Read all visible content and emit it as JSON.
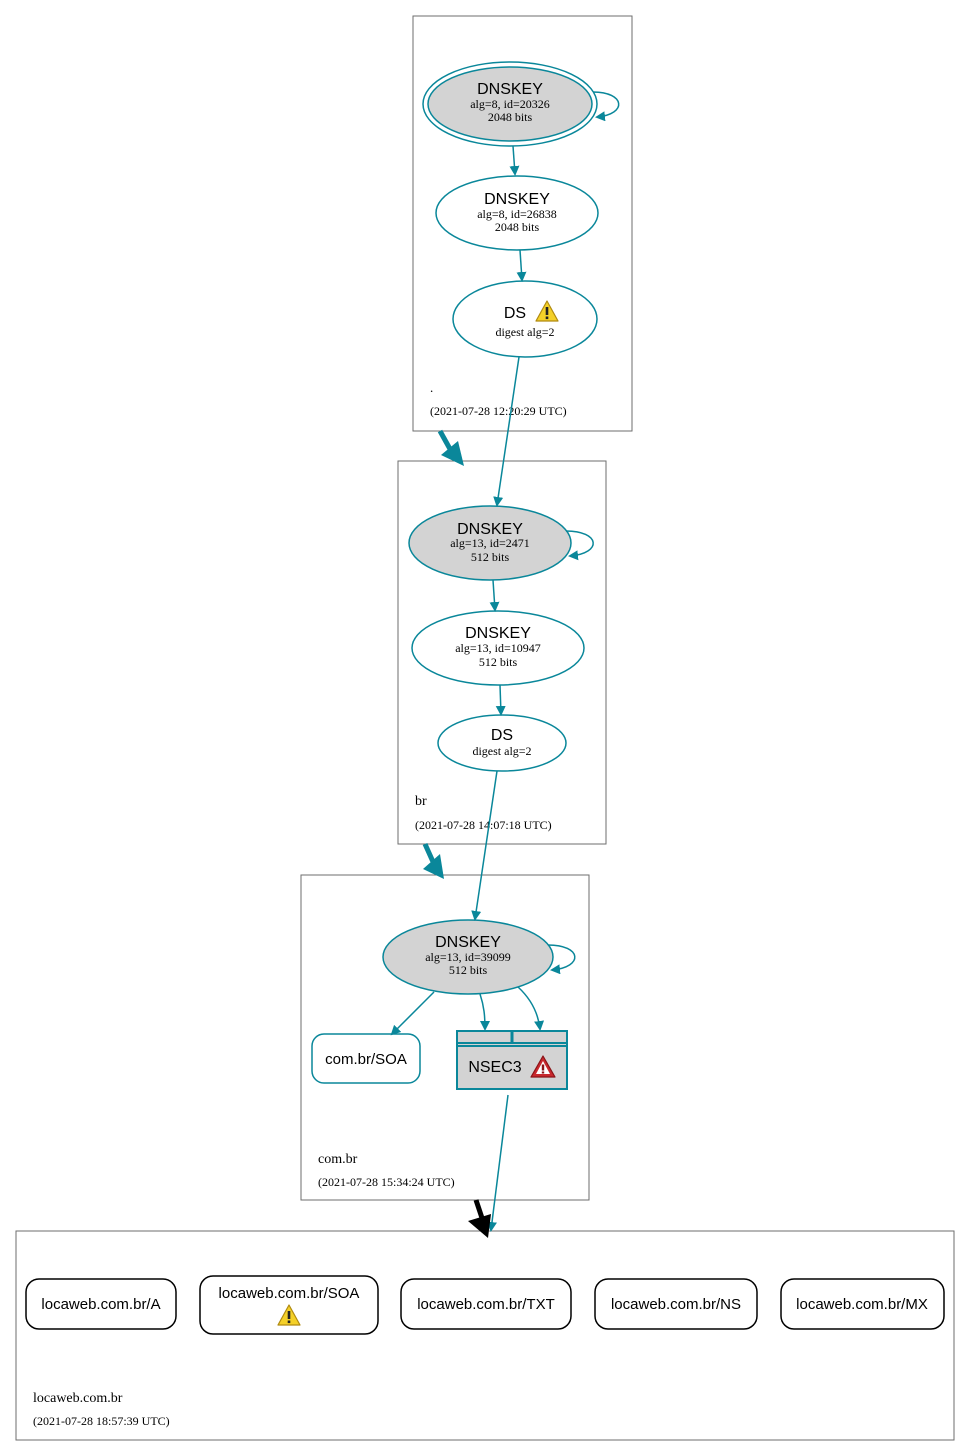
{
  "colors": {
    "edge": "#0a879a",
    "delegation_final": "#000000",
    "ksk_fill": "#d3d3d3",
    "zone_border": "#6e6e6e",
    "warning_yellow": "#f4d028",
    "error_red": "#c8282d"
  },
  "zones": [
    {
      "id": "root",
      "name": ".",
      "timestamp": "(2021-07-28 12:20:29 UTC)",
      "nodes": [
        {
          "id": "root_ksk",
          "kind": "DNSKEY",
          "title": "DNSKEY",
          "line1": "alg=8, id=20326",
          "line2": "2048 bits",
          "filled": true,
          "double": true,
          "self_loop": true
        },
        {
          "id": "root_zsk",
          "kind": "DNSKEY",
          "title": "DNSKEY",
          "line1": "alg=8, id=26838",
          "line2": "2048 bits"
        },
        {
          "id": "root_ds",
          "kind": "DS",
          "title": "DS",
          "line1": "digest alg=2",
          "icon": "warning-icon"
        }
      ]
    },
    {
      "id": "br",
      "name": "br",
      "timestamp": "(2021-07-28 14:07:18 UTC)",
      "nodes": [
        {
          "id": "br_ksk",
          "kind": "DNSKEY",
          "title": "DNSKEY",
          "line1": "alg=13, id=2471",
          "line2": "512 bits",
          "filled": true,
          "self_loop": true
        },
        {
          "id": "br_zsk",
          "kind": "DNSKEY",
          "title": "DNSKEY",
          "line1": "alg=13, id=10947",
          "line2": "512 bits"
        },
        {
          "id": "br_ds",
          "kind": "DS",
          "title": "DS",
          "line1": "digest alg=2"
        }
      ]
    },
    {
      "id": "combr",
      "name": "com.br",
      "timestamp": "(2021-07-28 15:34:24 UTC)",
      "nodes": [
        {
          "id": "combr_ksk",
          "kind": "DNSKEY",
          "title": "DNSKEY",
          "line1": "alg=13, id=39099",
          "line2": "512 bits",
          "filled": true,
          "self_loop": true
        },
        {
          "id": "combr_soa",
          "kind": "RRset",
          "title": "com.br/SOA"
        },
        {
          "id": "combr_nsec3",
          "kind": "NSEC3",
          "title": "NSEC3",
          "icon": "error-icon"
        }
      ]
    },
    {
      "id": "locaweb",
      "name": "locaweb.com.br",
      "timestamp": "(2021-07-28 18:57:39 UTC)",
      "nodes": [
        {
          "id": "lw_a",
          "kind": "RRset",
          "title": "locaweb.com.br/A"
        },
        {
          "id": "lw_soa",
          "kind": "RRset",
          "title": "locaweb.com.br/SOA",
          "icon": "warning-icon"
        },
        {
          "id": "lw_txt",
          "kind": "RRset",
          "title": "locaweb.com.br/TXT"
        },
        {
          "id": "lw_ns",
          "kind": "RRset",
          "title": "locaweb.com.br/NS"
        },
        {
          "id": "lw_mx",
          "kind": "RRset",
          "title": "locaweb.com.br/MX"
        }
      ]
    }
  ],
  "edges": [
    {
      "from": "root_ksk",
      "to": "root_zsk"
    },
    {
      "from": "root_zsk",
      "to": "root_ds"
    },
    {
      "from": "root_ds",
      "to": "br_ksk"
    },
    {
      "from": "br_ksk",
      "to": "br_zsk"
    },
    {
      "from": "br_zsk",
      "to": "br_ds"
    },
    {
      "from": "br_ds",
      "to": "combr_ksk"
    },
    {
      "from": "combr_ksk",
      "to": "combr_soa"
    },
    {
      "from": "combr_ksk",
      "to": "combr_nsec3"
    },
    {
      "from": "combr_nsec3",
      "to": "locaweb_zone"
    }
  ],
  "delegations": [
    {
      "from": "root",
      "to": "br",
      "status": "secure"
    },
    {
      "from": "br",
      "to": "combr",
      "status": "secure"
    },
    {
      "from": "combr",
      "to": "locaweb",
      "status": "insecure"
    }
  ]
}
